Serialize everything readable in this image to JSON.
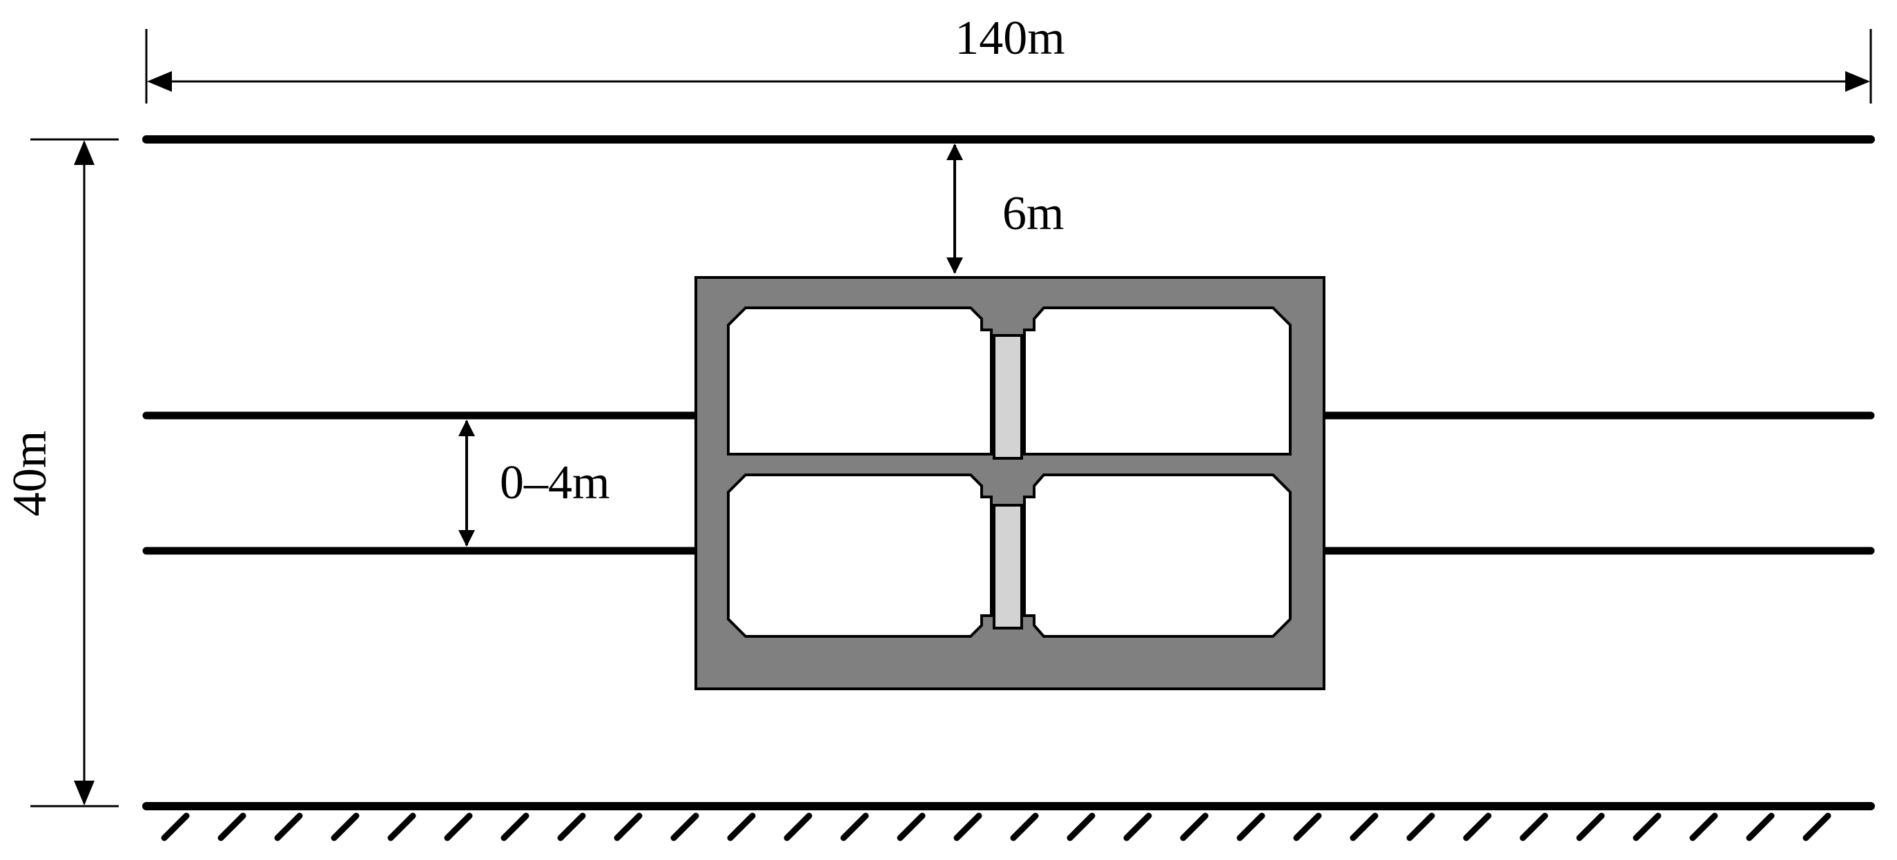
{
  "dimensions": {
    "width_label": "140m",
    "height_label": "40m",
    "cover_label": "6m",
    "interlayer_label": "0–4m"
  },
  "colors": {
    "line": "#000000",
    "structure_fill": "#808080",
    "column_fill": "#d3d3d3",
    "background": "#ffffff"
  }
}
